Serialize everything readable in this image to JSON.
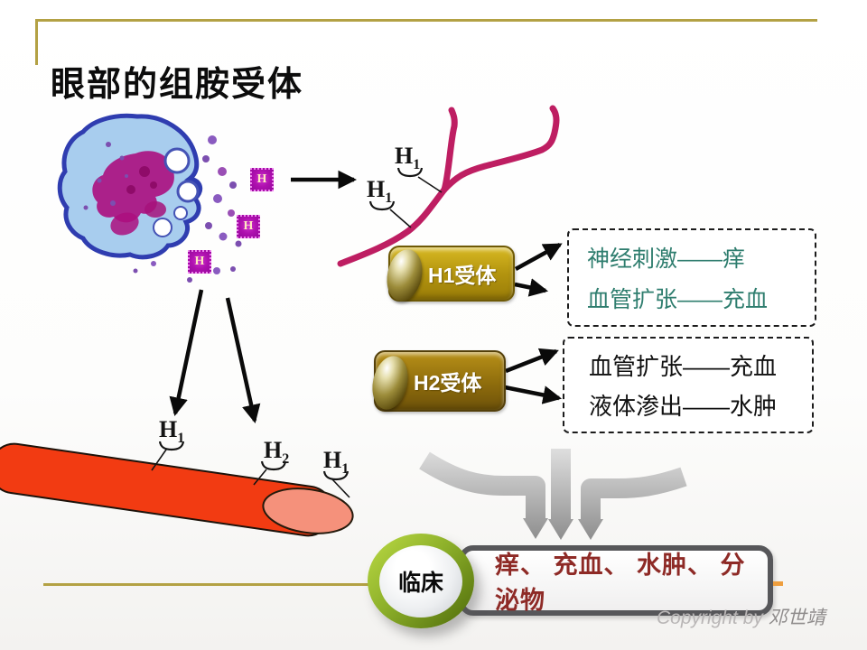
{
  "title": "眼部的组胺受体",
  "histamine_squares": {
    "letter": "H"
  },
  "h_labels": {
    "h1_base": "H",
    "h1_sub": "1",
    "h2_base": "H",
    "h2_sub": "2"
  },
  "h1_receptor": {
    "button_label": "H1受体",
    "effect1": "神经刺激——痒",
    "effect2": "血管扩张——充血"
  },
  "h2_receptor": {
    "button_label": "H2受体",
    "effect1": "血管扩张——充血",
    "effect2": "液体渗出——水肿"
  },
  "clinical": {
    "badge": "临床",
    "text": "痒、 充血、 水肿、 分泌物"
  },
  "copyright": {
    "prefix": "Copyright by ",
    "name": "邓世靖"
  },
  "colors": {
    "accent_gold": "#B3A144",
    "nerve_pink": "#BE1E62",
    "teal_text": "#2E7D6E",
    "clinical_red": "#8E2A26",
    "vessel_red": "#F23B12",
    "vessel_opening": "#F5917B",
    "histamine_purple": "#AE10AE",
    "h1_button_gold": "#B3940F",
    "h2_button_gold": "#8E6C0C",
    "clinical_green": "#7FA01C",
    "gray_arrow": "#9A9A9A"
  }
}
